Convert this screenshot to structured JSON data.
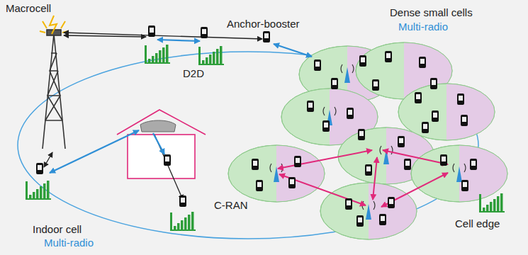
{
  "diagram": {
    "labels": [
      "Macrocell",
      "Anchor-booster",
      "Dense small cells",
      "Multi-radio",
      "D2D",
      "C-RAN",
      "Cell edge",
      "Indoor cell",
      "Multi-radio"
    ]
  }
}
